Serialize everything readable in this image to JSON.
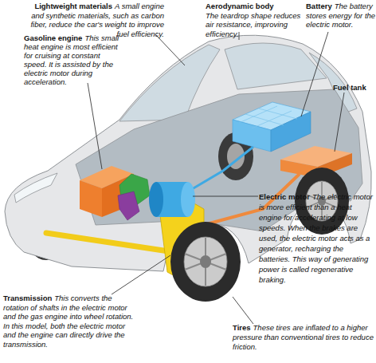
{
  "diagram": {
    "labels": [
      "Lightweight materials",
      "A small engine and synthetic materials, such as carbon fiber, reduce the car's weight to improve fuel efficiency.",
      "Aerodynamic body",
      "The teardrop shape reduces air resistance, improving efficiency.",
      "Battery",
      "The battery stores energy for the electric motor.",
      "Gasoline engine",
      "This small heat engine is most efficient for cruising at constant speed. It is assisted by the electric motor during acceleration.",
      "Fuel tank",
      "Electric motor",
      "The electric motor is more efficient than a heat engine for accelerating at low speeds. When the brakes are used, the electric motor acts as a generator, recharging the batteries. This way of generating power is called regenerative braking.",
      "Transmission",
      "This converts the rotation of shafts in the electric motor and the gas engine into wheel rotation. In this model, both the electric motor and the engine can directly drive the transmission.",
      "Tires",
      "These tires are inflated to a higher pressure than conventional tires to reduce friction."
    ]
  }
}
